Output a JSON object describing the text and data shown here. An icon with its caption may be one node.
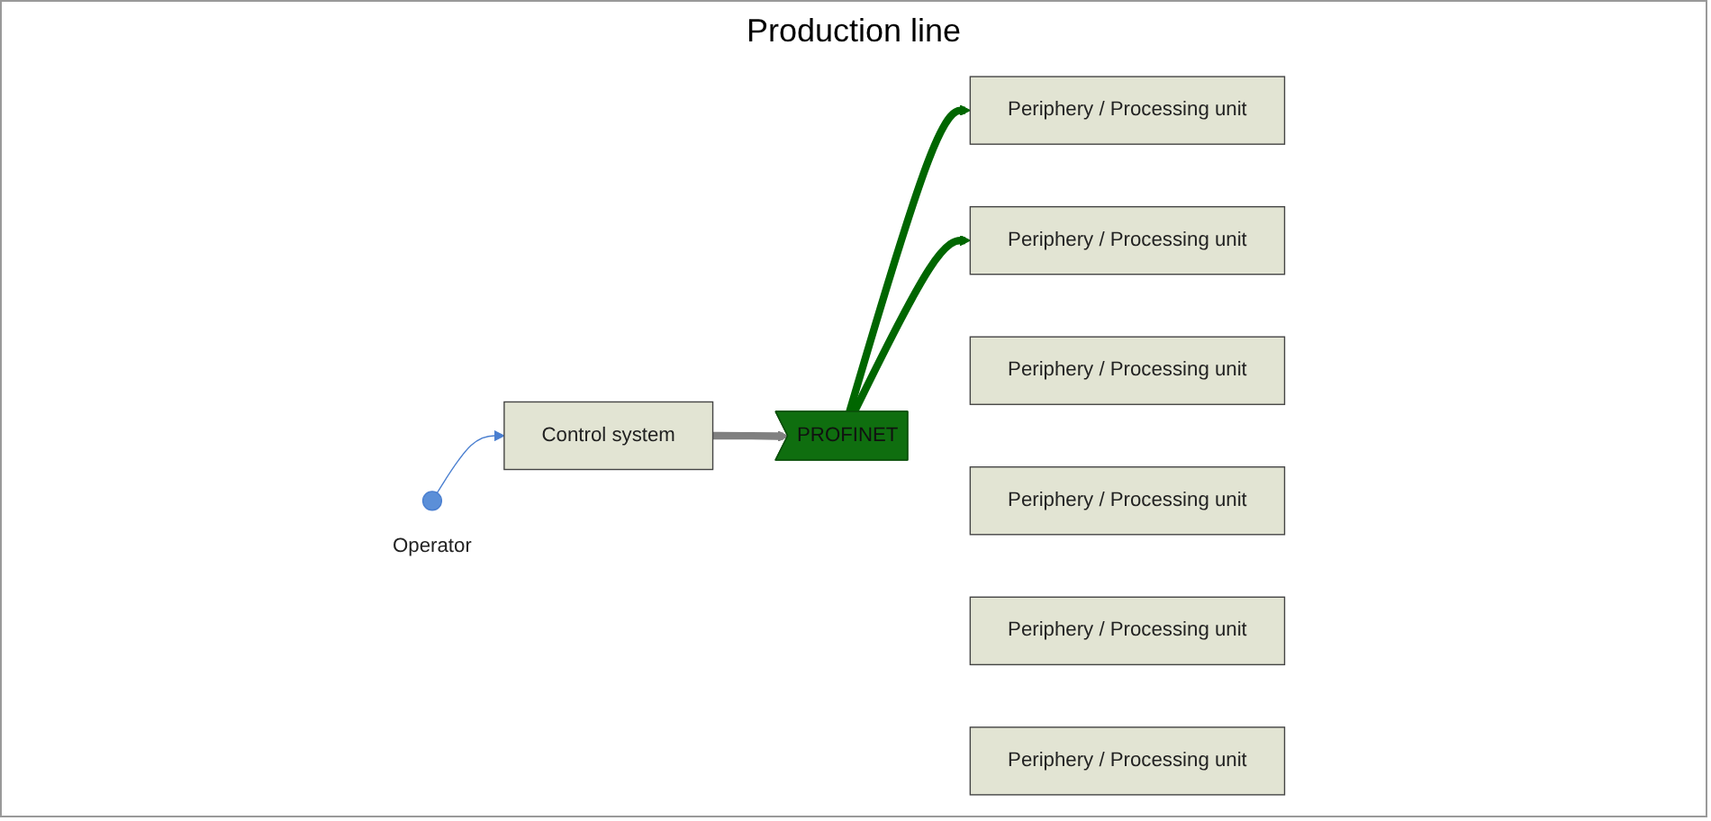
{
  "diagram": {
    "title": "Production line",
    "nodes": [
      {
        "text": [
          "Periphery / Processing unit"
        ]
      },
      {
        "text": [
          "Periphery / Processing unit"
        ]
      },
      {
        "text": [
          "Periphery / Processing unit"
        ]
      },
      {
        "text": [
          "Control system"
        ]
      },
      {
        "text": [
          "PROFINET"
        ]
      },
      {
        "text": [
          "Periphery / Processing unit"
        ]
      },
      {
        "text": [
          "Periphery / Processing unit"
        ]
      },
      {
        "text": [
          "Periphery / Processing unit"
        ]
      },
      {
        "text": [],
        "shape": "circle",
        "beside": [
          "Operator"
        ]
      }
    ],
    "edges": [
      {
        "from": 8,
        "to": 3,
        "arrow": "to",
        "color": "#4a7fd0"
      },
      {
        "from": 3,
        "to": 4,
        "arrow": "to",
        "color": "#808080"
      },
      {
        "from": 4,
        "to": 0,
        "arrow": "to",
        "color": "#006600"
      },
      {
        "from": 4,
        "to": 7,
        "arrow": "to",
        "color": "#006600"
      }
    ]
  }
}
